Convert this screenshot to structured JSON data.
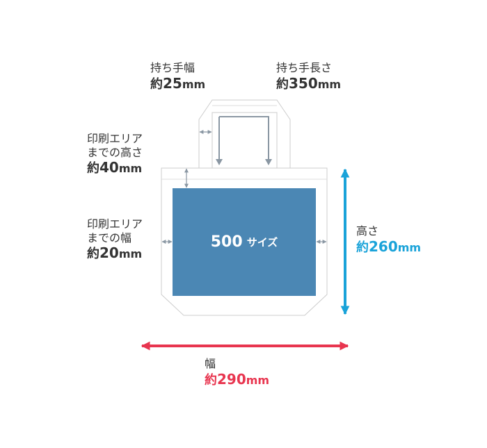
{
  "colors": {
    "print_area": "#4b87b4",
    "bag_outline": "#cccccc",
    "gray_arrow": "#8a97a3",
    "height_arrow": "#1aa3d9",
    "width_arrow": "#e8354f",
    "text_dark": "#333333"
  },
  "handle_width": {
    "label": "持ち手幅",
    "prefix": "約",
    "number": "25",
    "unit": "mm"
  },
  "handle_length": {
    "label": "持ち手長さ",
    "prefix": "約",
    "number": "350",
    "unit": "mm"
  },
  "print_top_margin": {
    "line1": "印刷エリア",
    "line2": "までの高さ",
    "prefix": "約",
    "number": "40",
    "unit": "mm"
  },
  "print_side_margin": {
    "line1": "印刷エリア",
    "line2": "までの幅",
    "prefix": "約",
    "number": "20",
    "unit": "mm"
  },
  "height": {
    "label": "高さ",
    "prefix": "約",
    "number": "260",
    "unit": "mm"
  },
  "width": {
    "label": "幅",
    "prefix": "約",
    "number": "290",
    "unit": "mm"
  },
  "print_area": {
    "number": "500",
    "text": "サイズ"
  }
}
